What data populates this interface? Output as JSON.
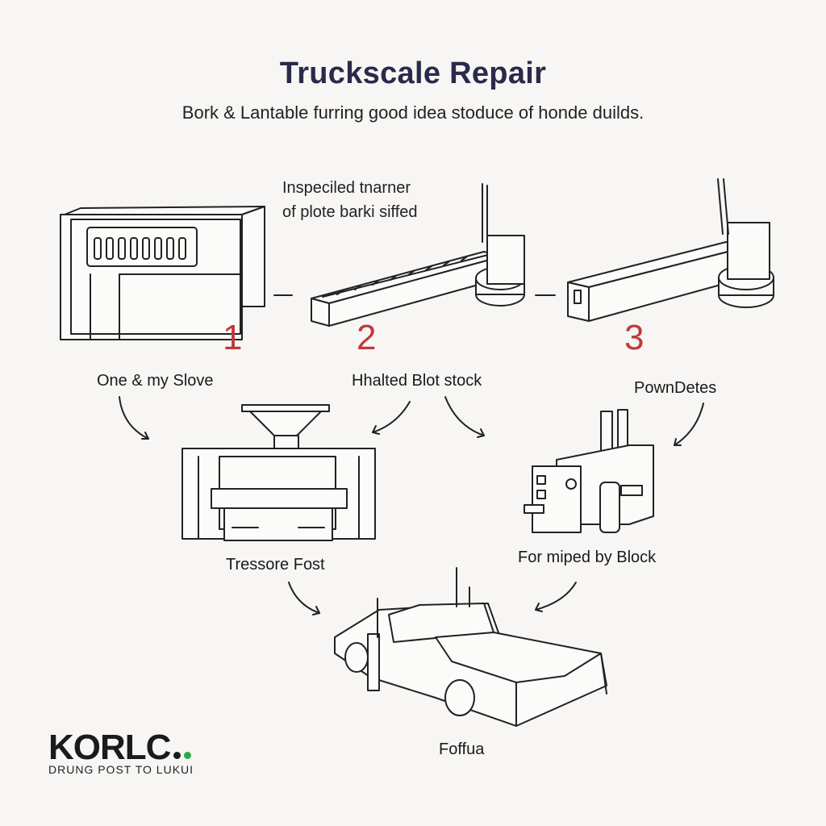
{
  "header": {
    "title": "Truckscale Repair",
    "subtitle": "Bork & Lantable furring good idea stoduce of  honde duilds."
  },
  "annotation": {
    "line1": "Inspeciled tnarner",
    "line2": "of plote barki siffed"
  },
  "steps": [
    {
      "number": "1"
    },
    {
      "number": "2"
    },
    {
      "number": "3"
    }
  ],
  "labels": {
    "one_my_slove": "One & my Slove",
    "hhalted_blot_stock": "Hhalted Blot stock",
    "pown_detes": "PownDetes",
    "tressore_fost": "Tressore Fost",
    "for_miped_by_block": "For miped by Block",
    "foffua": "Foffua"
  },
  "logo": {
    "word": "KORLC",
    "tagline": "DRUNG POST TO LUKUI",
    "dot_colors": [
      "#1a1a1a",
      "#2aa84a"
    ]
  },
  "colors": {
    "number": "#c0393b",
    "title": "#2a2a4a"
  }
}
